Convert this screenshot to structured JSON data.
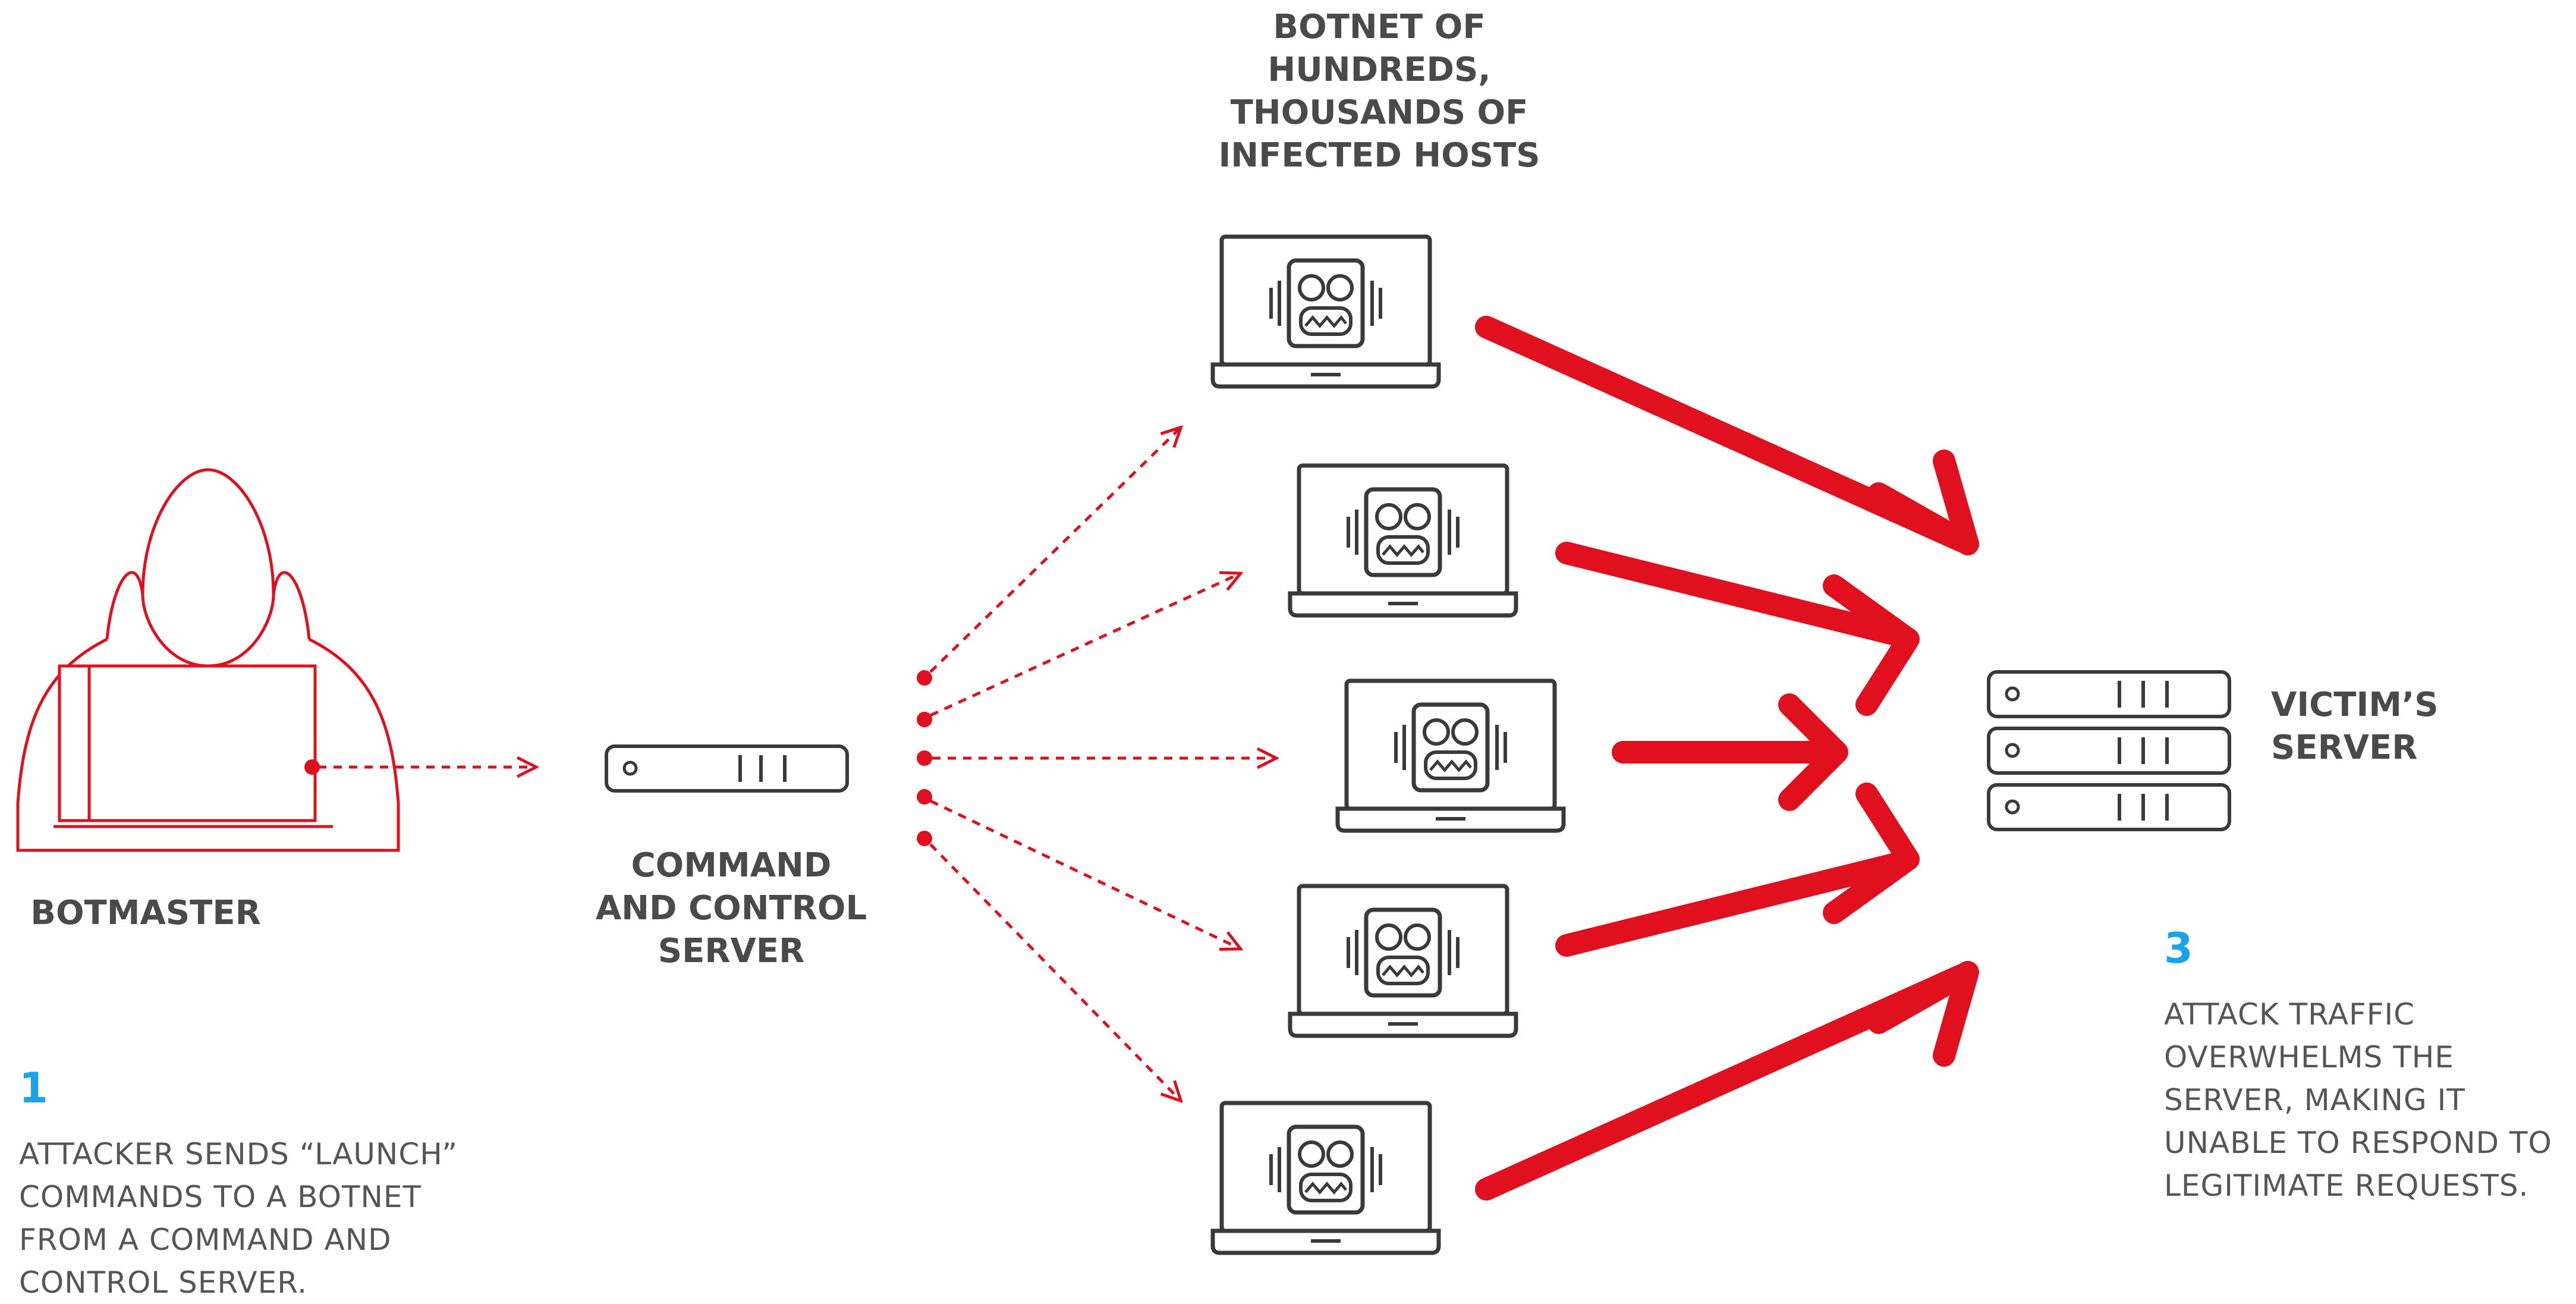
{
  "colors": {
    "accent_red": "#e0101e",
    "step_blue": "#1aa3e8",
    "ink": "#3a3a3a",
    "label_gray": "#4a4a4a"
  },
  "icons": [
    "hooded-attacker-icon",
    "server-unit-icon",
    "laptop-icon",
    "robot-face-icon",
    "server-rack-icon"
  ],
  "labels": {
    "botnet": [
      "BOTNET OF",
      "HUNDREDS,",
      "THOUSANDS OF",
      "INFECTED HOSTS"
    ],
    "botmaster": [
      "BOTMASTER"
    ],
    "command_server": [
      "COMMAND",
      "AND CONTROL",
      "SERVER"
    ],
    "victim": [
      "VICTIM’S",
      "SERVER"
    ]
  },
  "steps": [
    {
      "number": "1",
      "lines": [
        "ATTACKER SENDS “LAUNCH”",
        "COMMANDS TO A BOTNET",
        "FROM A COMMAND AND",
        "CONTROL SERVER."
      ]
    },
    {
      "number": "3",
      "lines": [
        "ATTACK TRAFFIC",
        "OVERWHELMS THE",
        "SERVER, MAKING IT",
        "UNABLE TO RESPOND TO",
        "LEGITIMATE REQUESTS."
      ]
    }
  ]
}
